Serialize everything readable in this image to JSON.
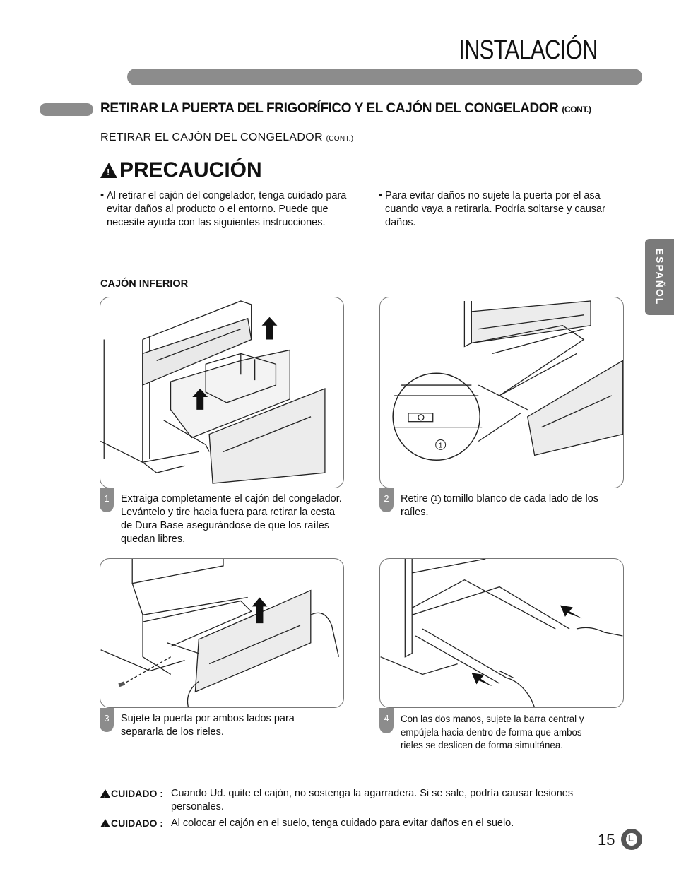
{
  "header": {
    "page_title": "INSTALACIÓN"
  },
  "section": {
    "title": "RETIRAR LA PUERTA DEL FRIGORÍFICO Y EL CAJÓN DEL CONGELADOR",
    "title_cont": "(CONT.)",
    "subtitle": "RETIRAR EL CAJÓN DEL CONGELADOR",
    "subtitle_cont": "(CONT.)"
  },
  "caution": {
    "heading": "PRECAUCIÓN",
    "left_bullet": "Al retirar el cajón del congelador, tenga cuidado para evitar daños al producto o el entorno. Puede que necesite ayuda con las siguientes instrucciones.",
    "right_bullet": "Para evitar daños no sujete la puerta por el asa cuando vaya a retirarla. Podría soltarse y causar daños."
  },
  "side_tab": "ESPAÑOL",
  "drawer_label": "CAJÓN INFERIOR",
  "steps": [
    {
      "number": "1",
      "text": "Extraiga completamente el cajón del congelador. Levántelo y tire hacia fuera para retirar la cesta de Dura Base asegurándose de que los raíles quedan libres."
    },
    {
      "number": "2",
      "text_before": "Retire",
      "callout": "1",
      "text_after": "tornillo blanco de cada lado de los raíles."
    },
    {
      "number": "3",
      "text": "Sujete la puerta por ambos lados para separarla de los rieles."
    },
    {
      "number": "4",
      "text": "Con las dos manos, sujete la barra central y empújela hacia dentro de forma que ambos rieles se deslicen de forma simultánea."
    }
  ],
  "notes": [
    {
      "label": "CUIDADO :",
      "text": "Cuando Ud. quite el cajón, no sostenga la agarradera. Si se sale, podría causar lesiones personales."
    },
    {
      "label": "CUIDADO :",
      "text": "Al colocar el cajón en el suelo, tenga cuidado para evitar daños en el suelo."
    }
  ],
  "footer": {
    "page_number": "15",
    "logo": "lg-logo"
  }
}
